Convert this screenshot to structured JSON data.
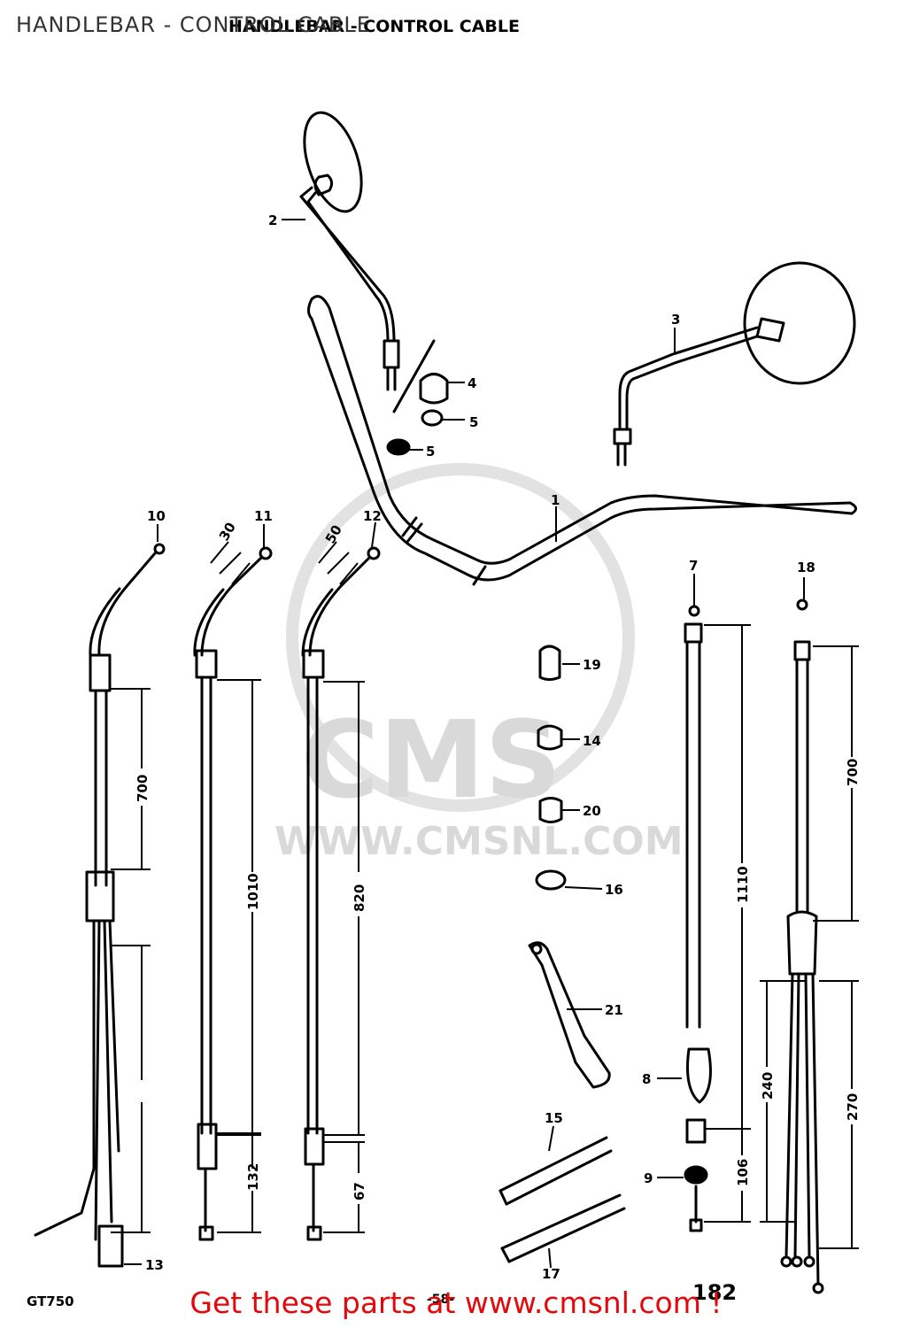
{
  "overlay_title": "HANDLEBAR - CONTROL CABLE",
  "original_title": "HANDLEBAR - CONTROL CABLE",
  "footer_link": "Get these parts at www.cmsnl.com !",
  "watermark": {
    "logo": "CMS",
    "url": "WWW.CMSNL.COM"
  },
  "model_code": "GT750",
  "page_number": "-58-",
  "ref_number": "182",
  "parts": {
    "p1": "1",
    "p2": "2",
    "p3": "3",
    "p4": "4",
    "p5a": "5",
    "p5b": "5",
    "p7": "7",
    "p8": "8",
    "p9": "9",
    "p10": "10",
    "p11": "11",
    "p12": "12",
    "p13": "13",
    "p14": "14",
    "p15": "15",
    "p16": "16",
    "p17": "17",
    "p18": "18",
    "p19": "19",
    "p20": "20",
    "p21": "21"
  },
  "dimensions": {
    "d30": "30",
    "d50": "50",
    "d700a": "700",
    "d1010": "1010",
    "d820": "820",
    "d1110": "1110",
    "d700b": "700",
    "d240": "240",
    "d270": "270",
    "d106": "106",
    "d132": "132",
    "d67": "67"
  },
  "colors": {
    "line": "#000000",
    "footer_text": "#e4080a",
    "watermark": "#d9d9d9"
  }
}
